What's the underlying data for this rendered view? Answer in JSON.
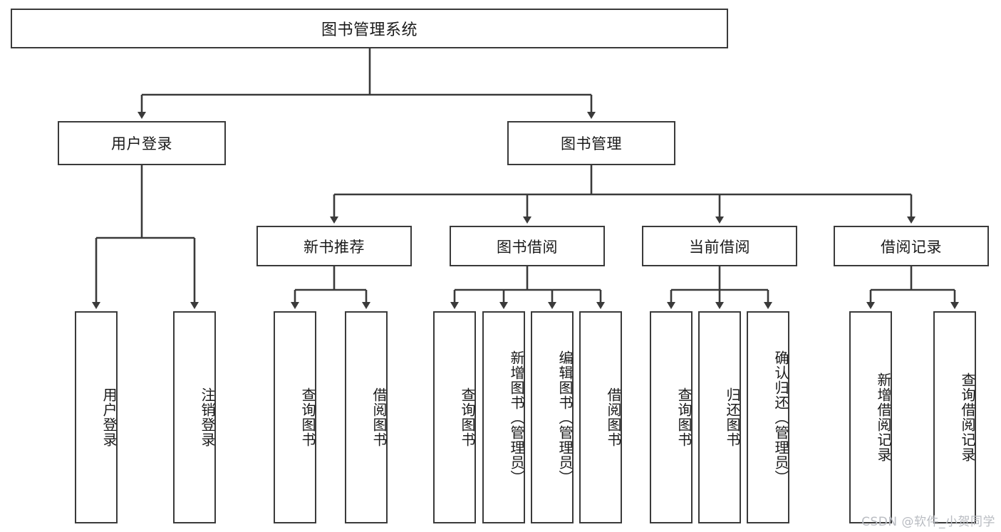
{
  "diagram": {
    "type": "tree",
    "title": "图书管理系统",
    "watermark": "CSDN @软件_小贺同学",
    "colors": {
      "stroke": "#3a3a3a",
      "fill": "#ffffff",
      "text": "#1a1a1a",
      "watermark": "#b9bcc2"
    },
    "root": {
      "label": "图书管理系统"
    },
    "level2": [
      {
        "label": "用户登录"
      },
      {
        "label": "图书管理"
      }
    ],
    "level3": [
      {
        "label": "新书推荐"
      },
      {
        "label": "图书借阅"
      },
      {
        "label": "当前借阅"
      },
      {
        "label": "借阅记录"
      }
    ],
    "leaves": {
      "user_login": [
        {
          "label": "用户登录"
        },
        {
          "label": "注销登录"
        }
      ],
      "new_book_recommend": [
        {
          "label": "查询图书"
        },
        {
          "label": "借阅图书"
        }
      ],
      "book_borrow": [
        {
          "label": "查询图书"
        },
        {
          "label": "新增图书（管理员）"
        },
        {
          "label": "编辑图书（管理员）"
        },
        {
          "label": "借阅图书"
        }
      ],
      "current_borrow": [
        {
          "label": "查询图书"
        },
        {
          "label": "归还图书"
        },
        {
          "label": "确认归还（管理员）"
        }
      ],
      "borrow_record": [
        {
          "label": "新增借阅记录"
        },
        {
          "label": "查询借阅记录"
        }
      ]
    }
  }
}
